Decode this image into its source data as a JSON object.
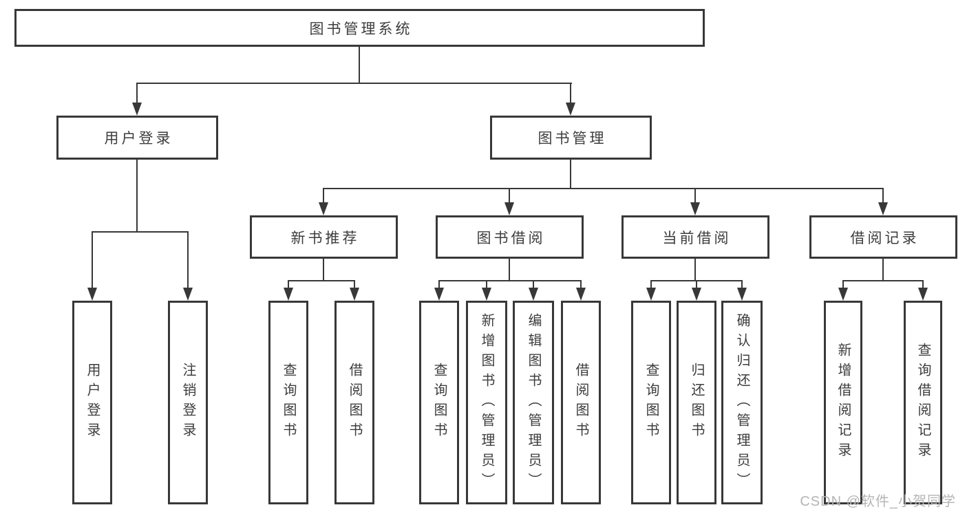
{
  "diagram_type": "hierarchy",
  "tree": {
    "root": {
      "label": "图书管理系统"
    },
    "branches": [
      {
        "label": "用户登录",
        "children": [
          {
            "label": "用户登录"
          },
          {
            "label": "注销登录"
          }
        ]
      },
      {
        "label": "图书管理",
        "modules": [
          {
            "label": "新书推荐",
            "children": [
              {
                "label": "查询图书"
              },
              {
                "label": "借阅图书"
              }
            ]
          },
          {
            "label": "图书借阅",
            "children": [
              {
                "label": "查询图书"
              },
              {
                "label": "新增图书（管理员）"
              },
              {
                "label": "编辑图书（管理员）"
              },
              {
                "label": "借阅图书"
              }
            ]
          },
          {
            "label": "当前借阅",
            "children": [
              {
                "label": "查询图书"
              },
              {
                "label": "归还图书"
              },
              {
                "label": "确认归还（管理员）"
              }
            ]
          },
          {
            "label": "借阅记录",
            "children": [
              {
                "label": "新增借阅记录"
              },
              {
                "label": "查询借阅记录"
              }
            ]
          }
        ]
      }
    ]
  },
  "watermark": {
    "text": "CSDN @软件_小贺同学"
  },
  "colors": {
    "line": "#383838",
    "text": "#3d3d3d",
    "watermark": "#b5b5b5",
    "background": "#ffffff"
  }
}
